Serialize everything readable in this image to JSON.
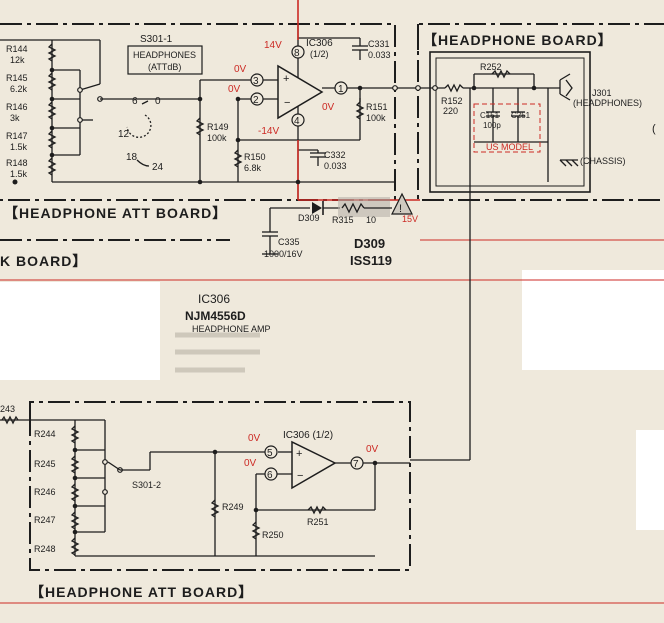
{
  "colors": {
    "ink": "#1d1d1d",
    "voltage": "#cc2a24",
    "paper": "#efe9dc"
  },
  "top": {
    "switch_label": "S301-1",
    "switch_title": [
      "HEADPHONES",
      "(ATTdB)"
    ],
    "switch_steps": [
      "6",
      "0",
      "12",
      "18",
      "24"
    ],
    "resistors_left": [
      {
        "ref": "R144",
        "val": "12k"
      },
      {
        "ref": "R145",
        "val": "6.2k"
      },
      {
        "ref": "R146",
        "val": "3k"
      },
      {
        "ref": "R147",
        "val": "1.5k"
      },
      {
        "ref": "R148",
        "val": "1.5k"
      }
    ],
    "r149": {
      "ref": "R149",
      "val": "100k"
    },
    "r150": {
      "ref": "R150",
      "val": "6.8k"
    },
    "r151": {
      "ref": "R151",
      "val": "100k"
    },
    "ic": {
      "ref": "IC306",
      "part": "(1/2)"
    },
    "pins": [
      "8",
      "3",
      "2",
      "1",
      "4"
    ],
    "voltages": {
      "v_pos": "14V",
      "v_in3": "0V",
      "v_in2": "0V",
      "v_out": "0V",
      "v_neg": "-14V"
    },
    "c331": {
      "ref": "C331",
      "val": "0.033"
    },
    "c332": {
      "ref": "C332",
      "val": "0.033"
    },
    "board_label": "【HEADPHONE ATT BOARD】"
  },
  "supply": {
    "d309": "D309",
    "r315": "R315",
    "r315_val": "10",
    "v15": "15V",
    "c335": {
      "ref": "C335",
      "val": "1000/16V"
    },
    "d309_title": "D309",
    "d309_part": "ISS119"
  },
  "k_board_label": "K BOARD】",
  "headphone": {
    "board_label": "【HEADPHONE BOARD】",
    "r252": "R252",
    "r152": {
      "ref": "R152",
      "val": "220"
    },
    "c151": {
      "ref": "C151",
      "val": "100p"
    },
    "c251": "C251",
    "us_model": "US MODEL",
    "jack": {
      "ref": "J301",
      "desc": "(HEADPHONES)"
    },
    "chassis": "(CHASSIS)",
    "edge_char": "("
  },
  "info": {
    "ic": "IC306",
    "part": "NJM4556D",
    "desc": "HEADPHONE AMP"
  },
  "bottom": {
    "r243": "243",
    "resistors_left": [
      "R244",
      "R245",
      "R246",
      "R247",
      "R248"
    ],
    "switch_label": "S301-2",
    "ic": "IC306 (1/2)",
    "pins": [
      "5",
      "6",
      "7"
    ],
    "voltages": {
      "v5": "0V",
      "v6": "0V",
      "v7": "0V"
    },
    "r249": "R249",
    "r250": "R250",
    "r251": "R251",
    "board_label": "【HEADPHONE ATT BOARD】"
  }
}
